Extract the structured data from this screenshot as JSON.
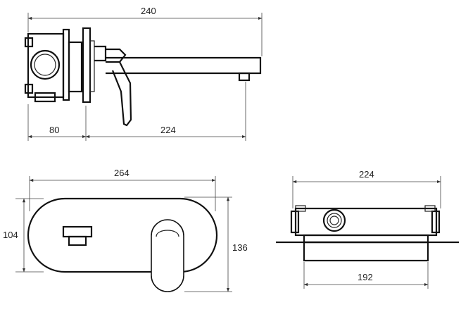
{
  "dimensions": {
    "side_overall": "240",
    "side_body": "80",
    "side_spout": "224",
    "front_width": "264",
    "front_height_left": "104",
    "front_height_right": "136",
    "top_width": "224",
    "top_bottom": "192"
  }
}
